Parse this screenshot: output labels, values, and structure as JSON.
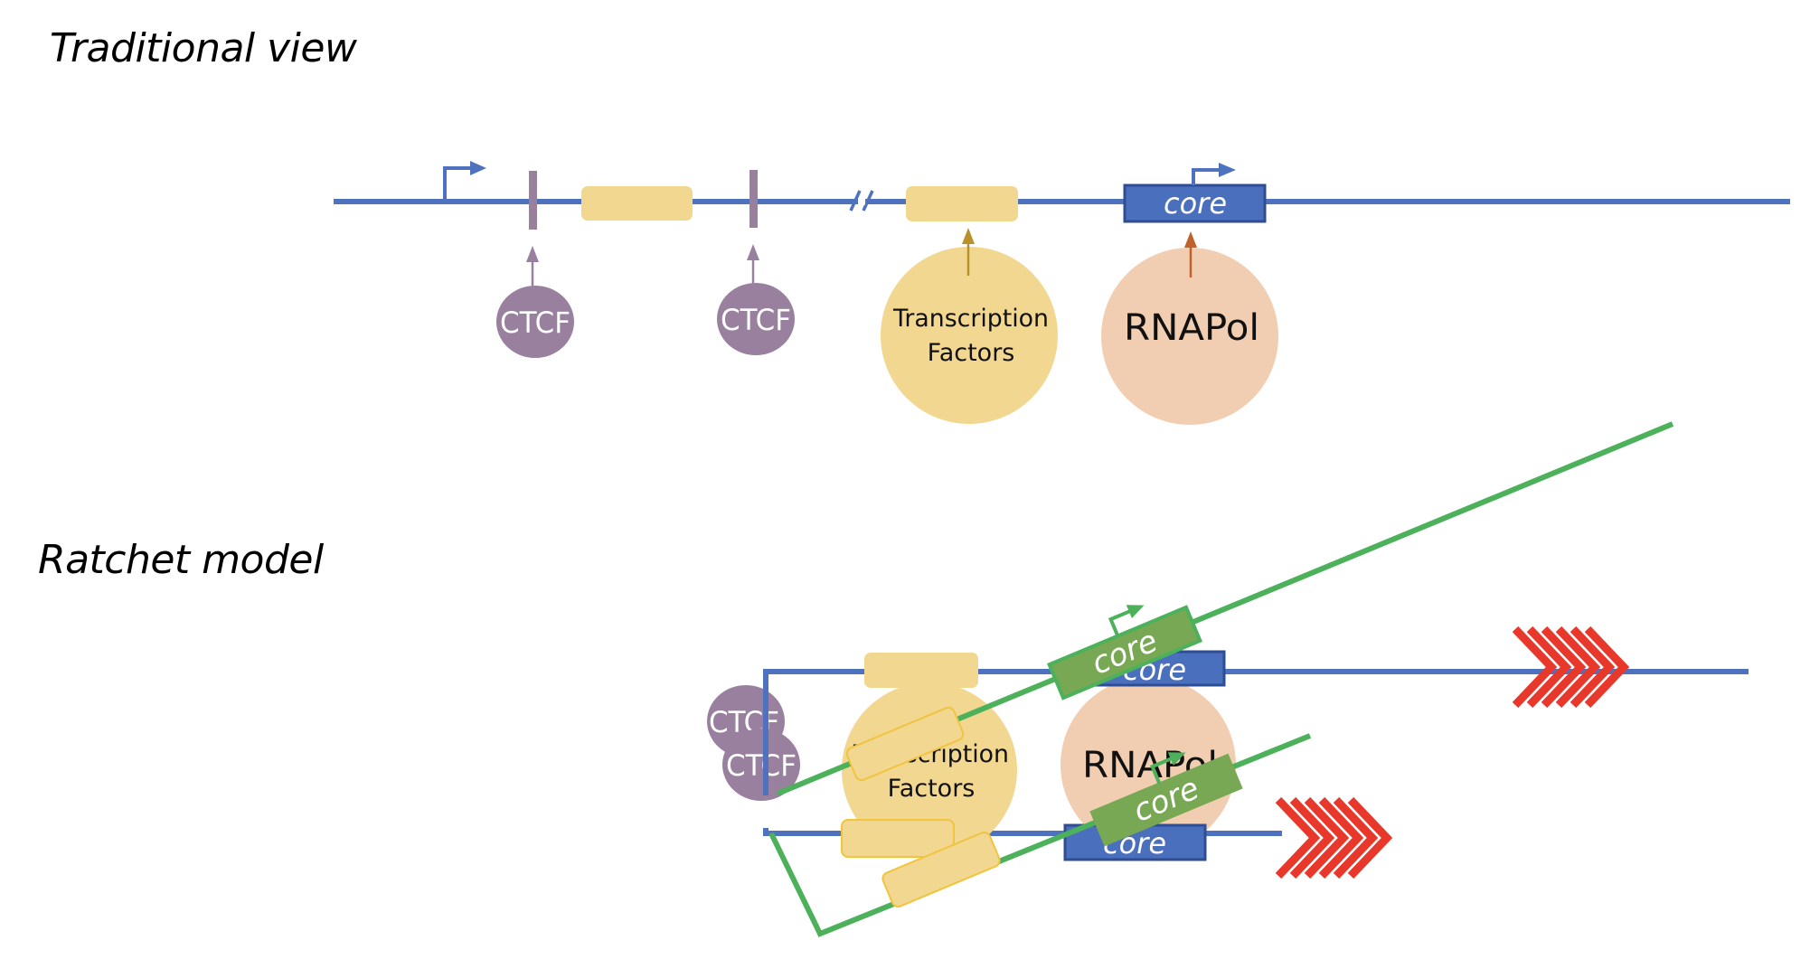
{
  "titles": {
    "traditional": "Traditional view",
    "ratchet": "Ratchet model"
  },
  "labels": {
    "ctcf": "CTCF",
    "tf_line1": "Transcription",
    "tf_line2": "Factors",
    "rnapol": "RNAPol",
    "core": "core"
  },
  "colors": {
    "dna_blue": "#4f72bf",
    "core_blue": "#4a6fbd",
    "core_border": "#2f4d92",
    "ctcf_purple": "#98809e",
    "tf_yellow": "#f2d791",
    "tf_arrow": "#b8912a",
    "rnapol_peach": "#f1ceb1",
    "rnapol_arrow": "#c0622a",
    "green_line": "#4cb15a",
    "green_core": "#78a854",
    "chevron_red": "#e8382b"
  }
}
